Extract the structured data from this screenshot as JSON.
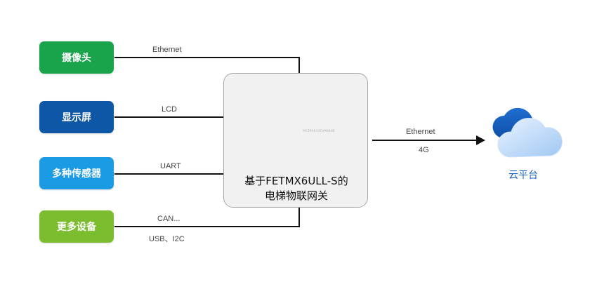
{
  "devices": [
    "摄像头",
    "显示屏",
    "多种传感器",
    "更多设备"
  ],
  "connections": {
    "ethernet": "Ethernet",
    "lcd": "LCD",
    "uart": "UART",
    "can": "CAN...",
    "usb_i2c": "USB、I2C"
  },
  "hub": {
    "title_line1": "基于FETMX6ULL-S的",
    "title_line2": "电梯物联网关",
    "chip_marking": "MCIMX6Y2CVM08AB"
  },
  "uplink": {
    "label_top": "Ethernet",
    "label_bottom": "4G"
  },
  "cloud": {
    "label": "云平台"
  },
  "colors": {
    "camera": "#19a34a",
    "display": "#0e57a7",
    "sensors": "#1a9be3",
    "more": "#7bbd2e",
    "cloud": "#1b63b6"
  }
}
